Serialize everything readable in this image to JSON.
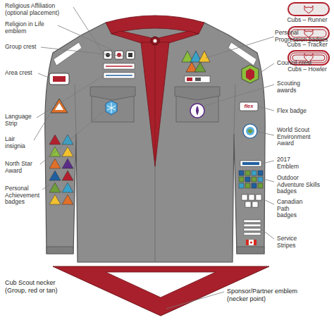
{
  "diagram": {
    "labels": [
      "Religious Affiliation (optional placement)",
      "Religion in Life emblem",
      "Group crest",
      "Area crest",
      "Language Strip",
      "Lair insignia",
      "North Star Award",
      "Personal Achievement badges",
      "Cubs – Runner",
      "Cubs – Tracker",
      "Cubs – Howler",
      "Personal Progression badges",
      "Council crest",
      "Scouting awards",
      "flex",
      "Flex badge",
      "World Scout Environment Award",
      "2017 Emblem",
      "Outdoor Adventure Skills badges",
      "Canadian Path badges",
      "Service Stripes",
      "Cub Scout necker (Group, red or tan)",
      "Sponsor/Partner emblem (necker point)"
    ]
  }
}
